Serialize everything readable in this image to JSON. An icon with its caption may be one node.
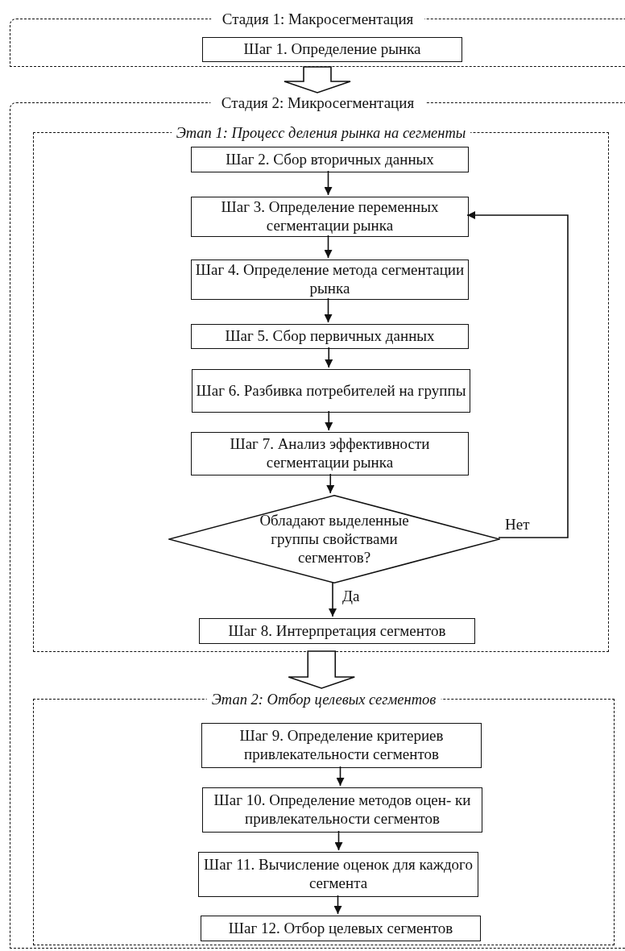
{
  "diagram": {
    "nodes": [
      {
        "text": [
          "Стадия 1: Макросегментация"
        ]
      },
      {
        "text": [
          "Шаг 1. Определение рынка"
        ],
        "in": 0
      },
      {
        "text": [
          "Стадия 2: Микросегментация"
        ]
      },
      {
        "text": [
          "Этап 1: Процесс деления рынка на сегменты"
        ],
        "in": 2
      },
      {
        "text": [
          "Шаг 2. Сбор вторичных данных"
        ],
        "in": 3
      },
      {
        "text": [
          "Шаг 3. Определение переменных сегментации рынка"
        ],
        "in": 3
      },
      {
        "text": [
          "Шаг 4. Определение метода сегментации рынка"
        ],
        "in": 3
      },
      {
        "text": [
          "Шаг 5. Сбор первичных данных"
        ],
        "in": 3
      },
      {
        "text": [
          "Шаг 6. Разбивка потребителей на группы"
        ],
        "in": 3
      },
      {
        "text": [
          "Шаг 7. Анализ эффективности сегментации рынка"
        ],
        "in": 3
      },
      {
        "text": [
          "Обладают выделенные группы свойствами сегментов?"
        ],
        "in": 3
      },
      {
        "text": [
          "Шаг 8. Интерпретация сегментов"
        ],
        "in": 3
      },
      {
        "text": [
          "Этап 2: Отбор целевых сегментов"
        ],
        "in": 2
      },
      {
        "text": [
          "Шаг 9. Определение критериев привлекательности сегментов"
        ],
        "in": 12
      },
      {
        "text": [
          "Шаг 10. Определение методов оцен- ки привлекательности сегментов"
        ],
        "in": 12
      },
      {
        "text": [
          "Шаг 11. Вычисление оценок для каждого сегмента"
        ],
        "in": 12
      },
      {
        "text": [
          "Шаг 12. Отбор целевых сегментов"
        ],
        "in": 12
      }
    ],
    "edges": [
      {
        "from": 0,
        "to": 2,
        "arrow": "to",
        "style": "thick"
      },
      {
        "from": 4,
        "to": 5,
        "arrow": "to"
      },
      {
        "from": 5,
        "to": 6,
        "arrow": "to"
      },
      {
        "from": 6,
        "to": 7,
        "arrow": "to"
      },
      {
        "from": 7,
        "to": 8,
        "arrow": "to"
      },
      {
        "from": 8,
        "to": 9,
        "arrow": "to"
      },
      {
        "from": 9,
        "to": 10,
        "arrow": "to"
      },
      {
        "from": 10,
        "to": 11,
        "arrow": "to",
        "label": "Да"
      },
      {
        "from": 10,
        "to": 5,
        "arrow": "to",
        "label": "Нет"
      },
      {
        "from": 3,
        "to": 12,
        "arrow": "to",
        "style": "thick"
      },
      {
        "from": 13,
        "to": 14,
        "arrow": "to"
      },
      {
        "from": 14,
        "to": 15,
        "arrow": "to"
      },
      {
        "from": 15,
        "to": 16,
        "arrow": "to"
      }
    ]
  }
}
